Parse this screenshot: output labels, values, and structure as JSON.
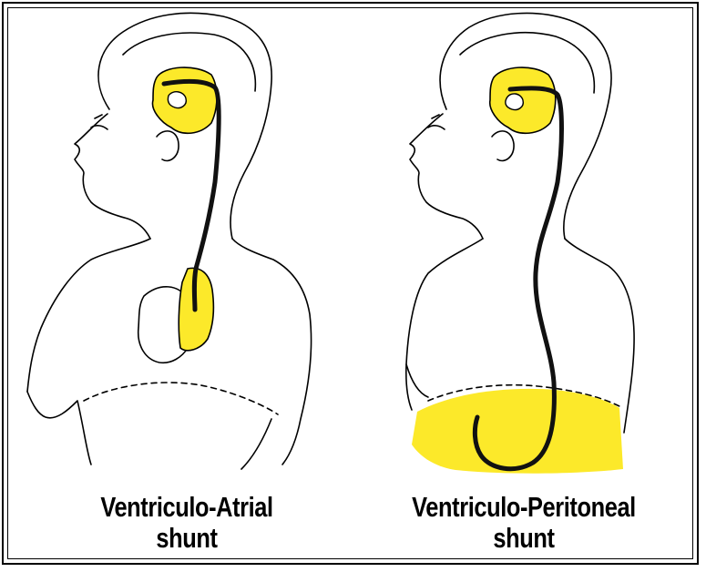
{
  "panels": [
    {
      "id": "va",
      "title_line1": "Ventriculo-Atrial",
      "title_line2": "shunt"
    },
    {
      "id": "vp",
      "title_line1": "Ventriculo-Peritoneal",
      "title_line2": "shunt"
    }
  ],
  "colors": {
    "fluid": "#fce92a",
    "outline": "#000000",
    "background": "#ffffff"
  }
}
